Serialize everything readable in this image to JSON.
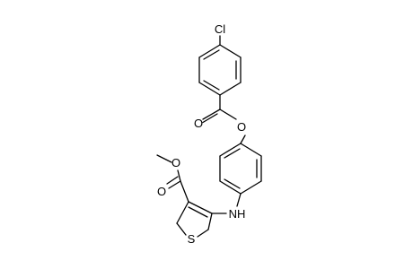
{
  "molecule": {
    "atoms": {
      "chlorine": "Cl",
      "ester_carbonyl_oxygen": "O",
      "ester_bridge_oxygen": "O",
      "methyl_ester_carbonyl_oxygen": "O",
      "methyl_ester_oxygen": "O",
      "amine": "NH",
      "sulfur": "S"
    },
    "colors": {
      "bond": "#000000",
      "label": "#000000",
      "background": "#ffffff"
    }
  }
}
